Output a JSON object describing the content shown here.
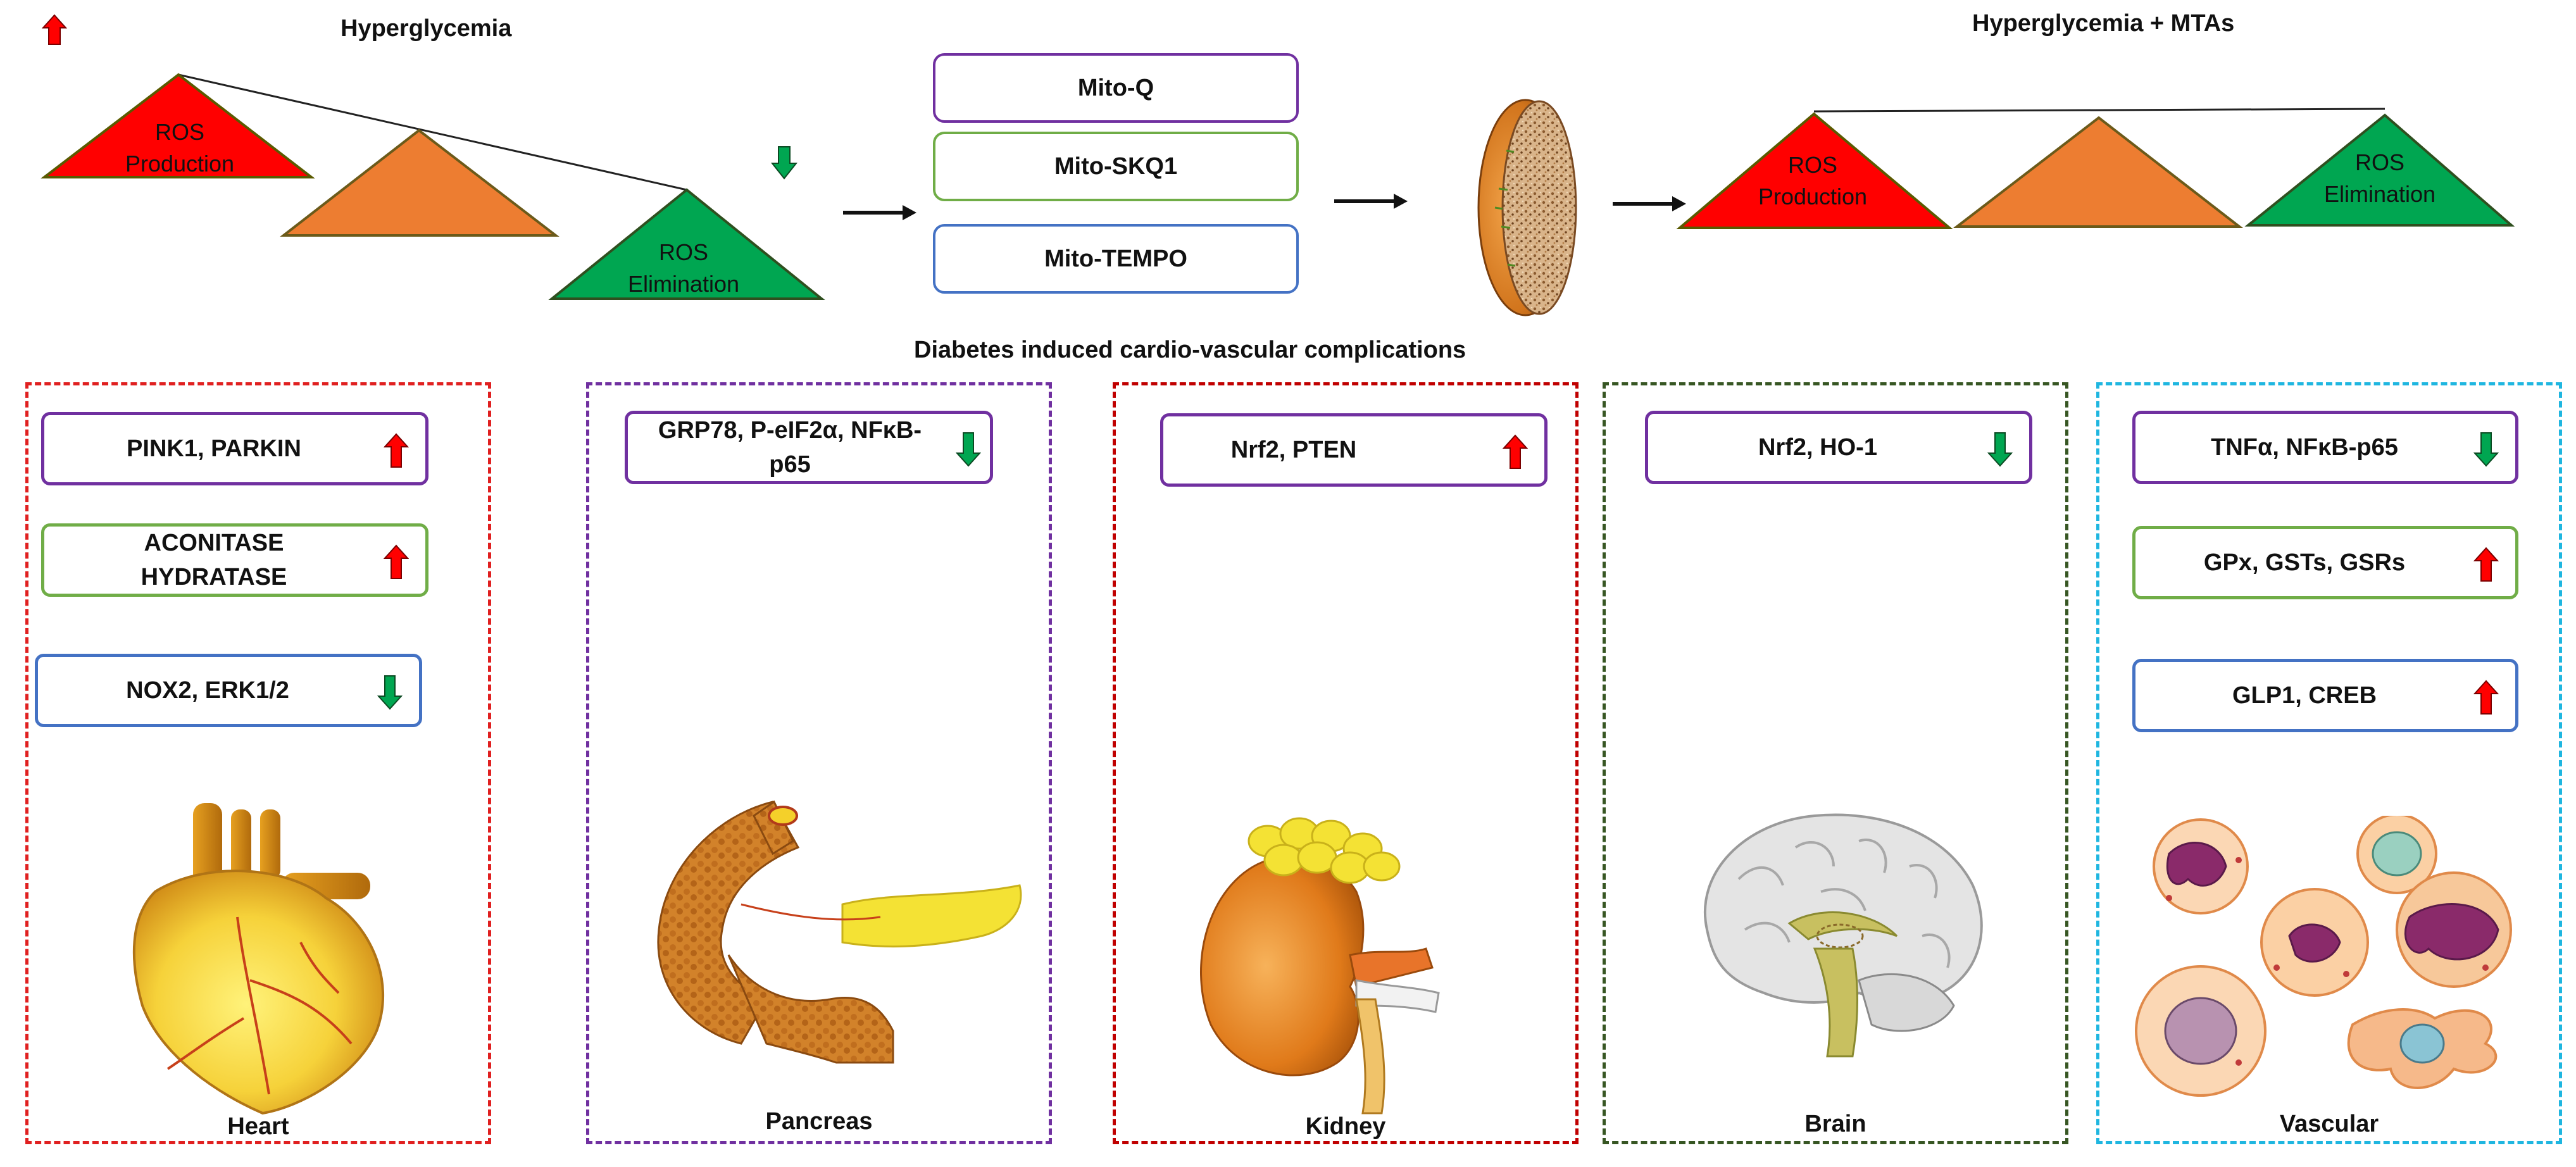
{
  "top_left": {
    "title": "Hyperglycemia",
    "left_triangle": "ROS\nProduction",
    "right_triangle": "ROS\nElimination"
  },
  "mito_drugs": [
    "Mito-Q",
    "Mito-SKQ1",
    "Mito-TEMPO"
  ],
  "top_right": {
    "title": "Hyperglycemia + MTAs",
    "left_triangle": "ROS\nProduction",
    "right_triangle": "ROS\nElimination"
  },
  "section_title": "Diabetes induced cardio-vascular complications",
  "panels": [
    {
      "organ": "Heart",
      "color": "#e02020",
      "markers": [
        {
          "label": "PINK1, PARKIN",
          "direction": "up",
          "border": "#7030a0"
        },
        {
          "label": "ACONITASE\nHYDRATASE",
          "direction": "up",
          "border": "#70ad47"
        },
        {
          "label": "NOX2, ERK1/2",
          "direction": "down",
          "border": "#4472c4"
        }
      ]
    },
    {
      "organ": "Pancreas",
      "color": "#7030a0",
      "markers": [
        {
          "label": "GRP78, P-eIF2α, NFκB-\np65",
          "direction": "down",
          "border": "#7030a0"
        }
      ]
    },
    {
      "organ": "Kidney",
      "color": "#c00000",
      "markers": [
        {
          "label": "Nrf2, PTEN",
          "direction": "up",
          "border": "#7030a0"
        }
      ]
    },
    {
      "organ": "Brain",
      "color": "#375623",
      "markers": [
        {
          "label": "Nrf2, HO-1",
          "direction": "down",
          "border": "#7030a0"
        }
      ]
    },
    {
      "organ": "Vascular",
      "color": "#1fb6e0",
      "markers": [
        {
          "label": "TNFα, NFκB-p65",
          "direction": "down",
          "border": "#7030a0"
        },
        {
          "label": "GPx, GSTs, GSRs",
          "direction": "up",
          "border": "#70ad47"
        },
        {
          "label": "GLP1, CREB",
          "direction": "up",
          "border": "#4472c4"
        }
      ]
    }
  ],
  "colors": {
    "ros_production": "#ff0000",
    "fulcrum": "#ed7d31",
    "ros_elimination": "#00a651",
    "arrow_up": "#ff0000",
    "arrow_down": "#00a651"
  }
}
